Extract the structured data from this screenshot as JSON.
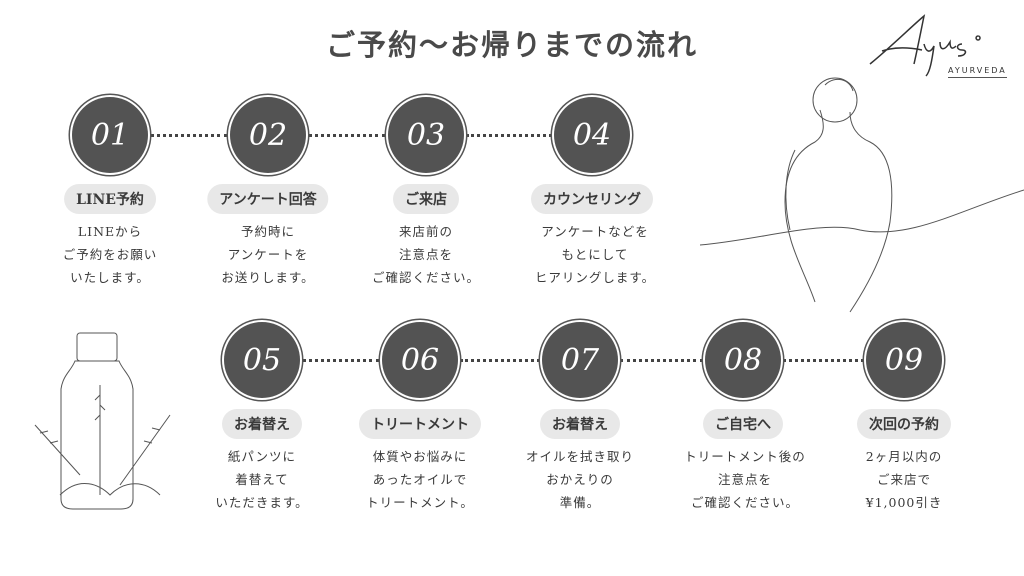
{
  "title": "ご予約〜お帰りまでの流れ",
  "logo": {
    "script": "Ayus.",
    "sub": "AYURVEDA"
  },
  "steps": [
    {
      "num": "01",
      "label": "LINE予約",
      "desc": [
        "LINEから",
        "ご予約をお願い",
        "いたします。"
      ]
    },
    {
      "num": "02",
      "label": "アンケート回答",
      "desc": [
        "予約時に",
        "アンケートを",
        "お送りします。"
      ]
    },
    {
      "num": "03",
      "label": "ご来店",
      "desc": [
        "来店前の",
        "注意点を",
        "ご確認ください。"
      ]
    },
    {
      "num": "04",
      "label": "カウンセリング",
      "desc": [
        "アンケートなどを",
        "もとにして",
        "ヒアリングします。"
      ]
    },
    {
      "num": "05",
      "label": "お着替え",
      "desc": [
        "紙パンツに",
        "着替えて",
        "いただきます。"
      ]
    },
    {
      "num": "06",
      "label": "トリートメント",
      "desc": [
        "体質やお悩みに",
        "あったオイルで",
        "トリートメント。"
      ]
    },
    {
      "num": "07",
      "label": "お着替え",
      "desc": [
        "オイルを拭き取り",
        "おかえりの",
        "準備。"
      ]
    },
    {
      "num": "08",
      "label": "ご自宅へ",
      "desc": [
        "トリートメント後の",
        "注意点を",
        "ご確認ください。"
      ]
    },
    {
      "num": "09",
      "label": "次回の予約",
      "desc": [
        "2ヶ月以内の",
        "ご来店で",
        "¥1,000引き"
      ]
    }
  ]
}
